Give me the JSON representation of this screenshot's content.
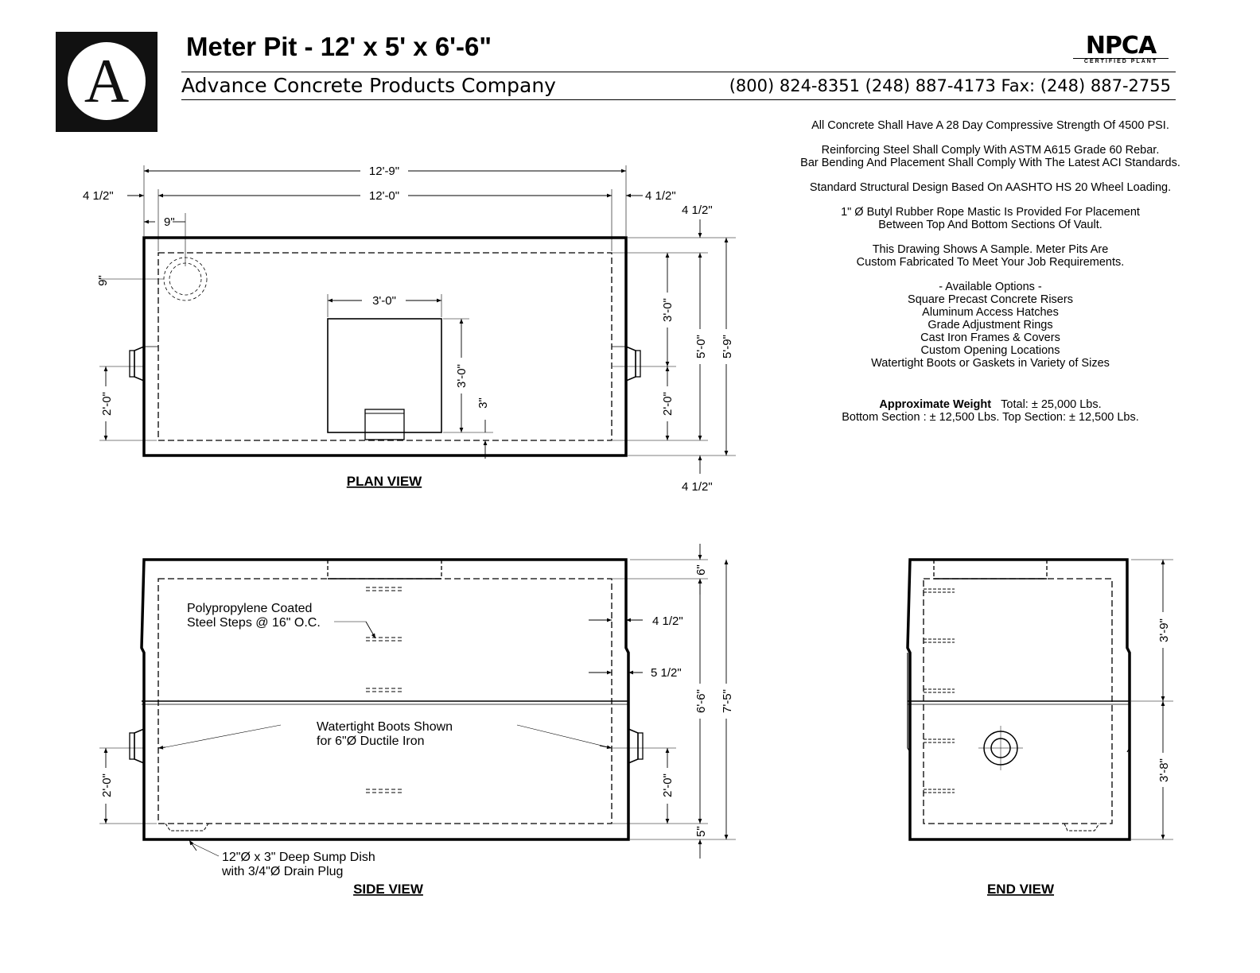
{
  "header": {
    "logo_letter": "A",
    "title": "Meter Pit - 12' x 5' x 6'-6\"",
    "company": "Advance Concrete Products Company",
    "phones": "(800) 824-8351  (248) 887-4173  Fax: (248) 887-2755",
    "cert_logo": "NPCA",
    "cert_sub": "CERTIFIED PLANT"
  },
  "notes": {
    "strength": "All Concrete Shall Have A 28 Day Compressive Strength Of 4500 PSI.",
    "rebar_1": "Reinforcing Steel Shall Comply With ASTM A615 Grade 60 Rebar.",
    "rebar_2": "Bar Bending And Placement Shall Comply With The Latest ACI Standards.",
    "design": "Standard Structural Design Based On AASHTO HS 20 Wheel Loading.",
    "mastic_1": "1\" Ø Butyl Rubber Rope Mastic Is Provided For Placement",
    "mastic_2": "Between Top And Bottom Sections Of Vault.",
    "sample_1": "This Drawing Shows A Sample. Meter Pits Are",
    "sample_2": "Custom Fabricated To Meet Your Job Requirements.",
    "options_title": "- Available Options -",
    "options": [
      "Square Precast Concrete Risers",
      "Aluminum Access Hatches",
      "Grade Adjustment Rings",
      "Cast Iron Frames & Covers",
      "Custom Opening Locations",
      "Watertight Boots or Gaskets in Variety of Sizes"
    ],
    "weight_label": "Approximate Weight",
    "weight_total": "Total:  ± 25,000 Lbs.",
    "weight_sections": "Bottom Section : ± 12,500 Lbs.  Top Section: ±  12,500 Lbs."
  },
  "plan_view": {
    "label": "PLAN VIEW",
    "dim_overall_length": "12'-9\"",
    "dim_inside_length": "12'-0\"",
    "dim_wall_left": "4 1/2\"",
    "dim_wall_right": "4 1/2\"",
    "dim_corner_x": "9\"",
    "dim_corner_y": "9\"",
    "dim_hatch_width": "3'-0\"",
    "dim_hatch_depth": "3'-0\"",
    "dim_hatch_offset": "3\"",
    "dim_boot_left": "2'-0\"",
    "dim_upper_right": "3'-0\"",
    "dim_boot_right": "2'-0\"",
    "dim_inside_width": "5'-0\"",
    "dim_overall_width": "5'-9\"",
    "dim_wall_top": "4 1/2\"",
    "dim_wall_bottom": "4 1/2\""
  },
  "side_view": {
    "label": "SIDE VIEW",
    "steps_note_1": "Polypropylene Coated",
    "steps_note_2": "Steel Steps @ 16\" O.C.",
    "boots_note_1": "Watertight Boots Shown",
    "boots_note_2": "for 6\"Ø Ductile Iron",
    "sump_note_1": "12\"Ø x 3\" Deep Sump Dish",
    "sump_note_2": "with 3/4\"Ø Drain Plug",
    "dim_top_slab": "6\"",
    "dim_wall_upper": "4 1/2\"",
    "dim_wall_lower": "5 1/2\"",
    "dim_inside_height": "6'-6\"",
    "dim_overall_height": "7'-5\"",
    "dim_boot_left": "2'-0\"",
    "dim_boot_right": "2'-0\"",
    "dim_floor": "5\""
  },
  "end_view": {
    "label": "END VIEW",
    "dim_top_section": "3'-9\"",
    "dim_bottom_section": "3'-8\""
  }
}
